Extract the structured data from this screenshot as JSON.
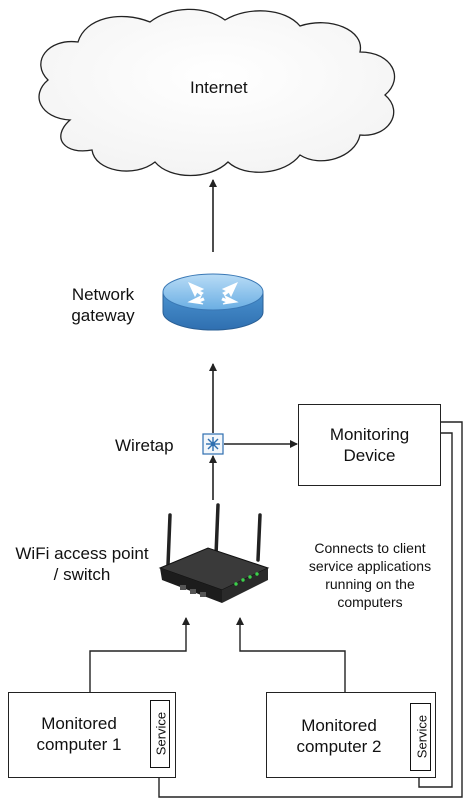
{
  "nodes": {
    "internet": {
      "label": "Internet"
    },
    "gateway": {
      "label_line1": "Network",
      "label_line2": "gateway"
    },
    "wiretap": {
      "label": "Wiretap"
    },
    "monitor": {
      "label_line1": "Monitoring",
      "label_line2": "Device"
    },
    "ap": {
      "label_line1": "WiFi access point",
      "label_line2": "/ switch"
    },
    "computer1": {
      "label_line1": "Monitored",
      "label_line2": "computer 1",
      "service": "Service"
    },
    "computer2": {
      "label_line1": "Monitored",
      "label_line2": "computer 2",
      "service": "Service"
    }
  },
  "note": {
    "line1": "Connects to client",
    "line2": "service applications",
    "line3": "running on the",
    "line4": "computers"
  },
  "colors": {
    "router_top": "#8fc3ec",
    "router_side": "#3f86c6",
    "line": "#222222"
  }
}
